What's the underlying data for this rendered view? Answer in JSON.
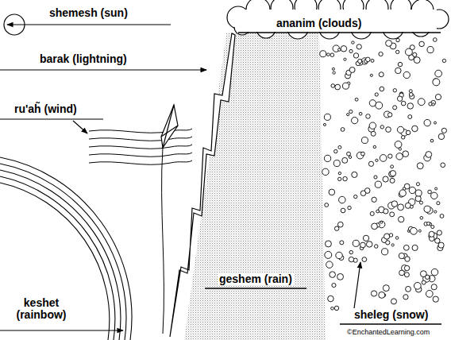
{
  "diagram": {
    "labels": [
      "shemesh (sun)",
      "ananim (clouds)",
      "barak (lightning)",
      "ru'ah̃ (wind)",
      "keshet (rainbow)",
      "geshem (rain)",
      "sheleg (snow)",
      "©EnchantedLearning.com"
    ]
  }
}
